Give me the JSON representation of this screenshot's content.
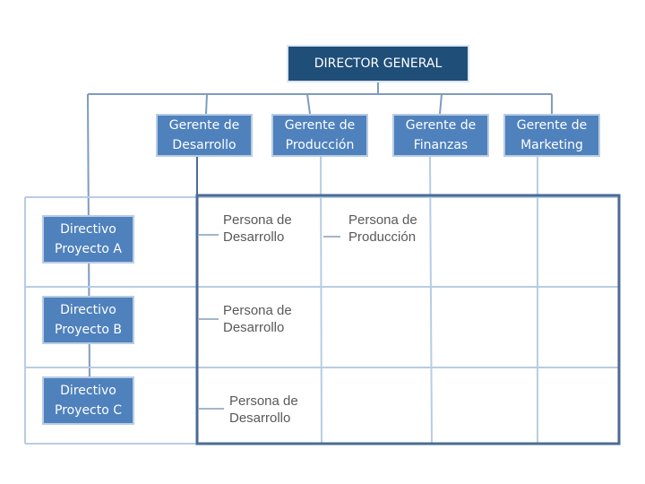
{
  "diagram": {
    "director": "DIRECTOR GENERAL",
    "managers": [
      "Gerente de\nDesarrollo",
      "Gerente de\nProducción",
      "Gerente de\nFinanzas",
      "Gerente de\nMarketing"
    ],
    "project_directors": [
      "Directivo\nProyecto A",
      "Directivo\nProyecto B",
      "Directivo\nProyecto C"
    ],
    "matrix_cells": [
      "Persona de\nDesarrollo",
      "Persona de\nProducción",
      "Persona de\nDesarrollo",
      "Persona de\nDesarrollo"
    ]
  },
  "colors": {
    "box_fill": "#4f81bd",
    "director_fill": "#1f4e79",
    "matrix_border": "#4a6b96",
    "connector": "#7f9bc1"
  }
}
